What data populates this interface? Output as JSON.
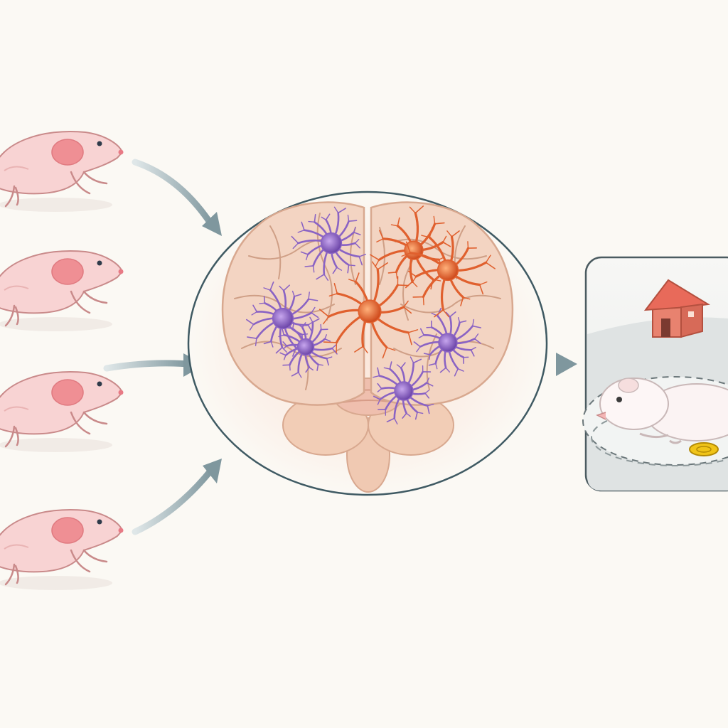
{
  "diagram": {
    "input_animals": [
      {
        "kind": "mouse",
        "marking": "pink-patch"
      },
      {
        "kind": "mouse",
        "marking": "pink-patch"
      },
      {
        "kind": "mouse",
        "marking": "pink-patch"
      },
      {
        "kind": "mouse",
        "marking": "pink-patch"
      }
    ],
    "center": {
      "kind": "brain-illustration",
      "cells": [
        {
          "type": "microglia",
          "color": "#8a63c4"
        },
        {
          "type": "microglia",
          "color": "#8a63c4"
        },
        {
          "type": "microglia",
          "color": "#8a63c4"
        },
        {
          "type": "microglia",
          "color": "#8a63c4"
        },
        {
          "type": "microglia",
          "color": "#8a63c4"
        },
        {
          "type": "astrocyte",
          "color": "#e0602e"
        },
        {
          "type": "astrocyte",
          "color": "#e0602e"
        },
        {
          "type": "astrocyte",
          "color": "#e0602e"
        }
      ]
    },
    "output_panel": {
      "kind": "behavior-test",
      "items": [
        "house-icon",
        "mouse",
        "coin-reward",
        "arena-track"
      ]
    },
    "colors": {
      "background": "#fbf9f4",
      "mouse_body": "#f8d3d3",
      "mouse_outline": "#c98a8a",
      "mouse_patch": "#ef8f94",
      "arrow": "#8fa5ab",
      "brain": "#f2d0bd",
      "brain_outline": "#d8a88f",
      "circle_outline": "#3f5a63",
      "microglia": "#8a63c4",
      "astrocyte": "#e0602e",
      "house": "#e86a5a",
      "coin": "#f0c419"
    }
  }
}
